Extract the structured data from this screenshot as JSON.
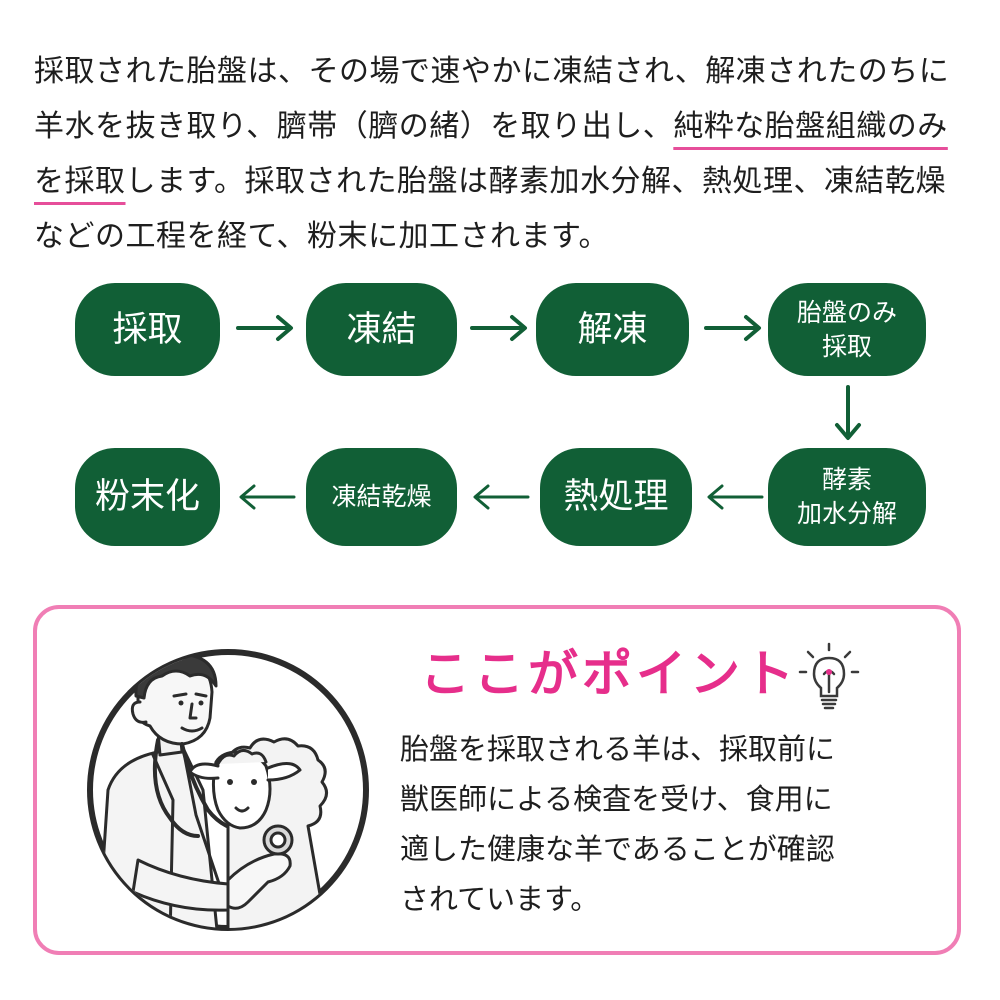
{
  "intro": {
    "part1": "採取された胎盤は、その場で速やかに凍結され、解凍されたのちに羊水を抜き取り、臍帯（臍の緒）を取り出し、",
    "highlight": "純粋な胎盤組織のみを採取",
    "part2": "します。採取された胎盤は酵素加水分解、熱処理、凍結乾燥などの工程を経て、粉末に加工されます。",
    "highlight_color": "#e64e9a"
  },
  "flow": {
    "steps": [
      "採取",
      "凍結",
      "解凍",
      "胎盤のみ\n採取",
      "酵素\n加水分解",
      "熱処理",
      "凍結乾燥",
      "粉末化"
    ],
    "box_color": "#115f36",
    "arrow_color": "#115f36"
  },
  "point": {
    "title": "ここがポイント",
    "text": "胎盤を採取される羊は、採取前に\n獣医師による検査を受け、食用に\n適した健康な羊であることが確認\nされています。",
    "title_color": "#e62e8b",
    "border_color": "#f07eb5",
    "illustration_icon": "veterinarian-with-sheep-icon",
    "bulb_icon": "light-bulb-icon"
  }
}
